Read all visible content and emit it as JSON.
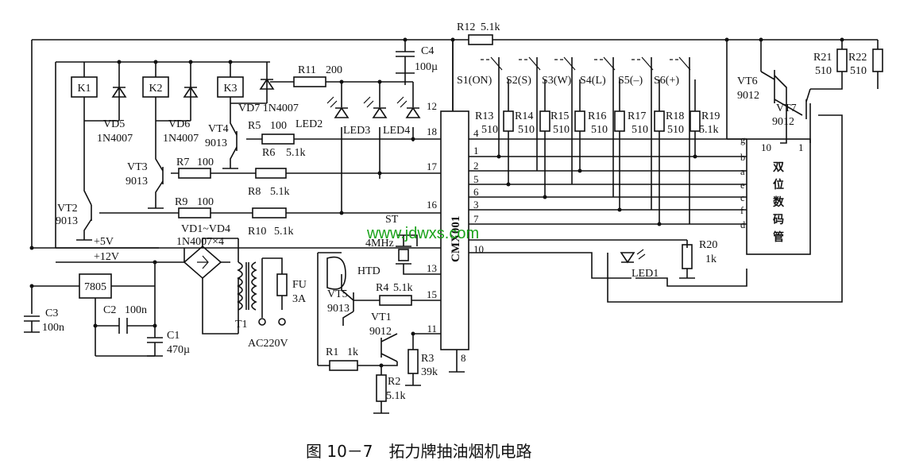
{
  "caption": "图 10－7　拓力牌抽油烟机电路",
  "watermark": "www.jdwxs.com",
  "ic": {
    "name": "CMX001",
    "pins": [
      "12",
      "18",
      "4",
      "17",
      "1",
      "2",
      "16",
      "5",
      "6",
      "3",
      "7",
      "10",
      "13",
      "15",
      "11",
      "8"
    ]
  },
  "display": {
    "label_chars": [
      "双",
      "位",
      "数",
      "码",
      "管"
    ],
    "pin_left": "10",
    "pin_right": "1",
    "segments": [
      "g",
      "b",
      "a",
      "e",
      "c",
      "f",
      "d"
    ]
  },
  "switches": [
    "S1(ON)",
    "S2(S)",
    "S3(W)",
    "S4(L)",
    "S5(–)",
    "S6(+)"
  ],
  "resistors": {
    "R12": [
      "R12",
      "5.1k"
    ],
    "R11": [
      "R11",
      "200"
    ],
    "R13": [
      "R13",
      "510"
    ],
    "R14": [
      "R14",
      "510"
    ],
    "R15": [
      "R15",
      "510"
    ],
    "R16": [
      "R16",
      "510"
    ],
    "R17": [
      "R17",
      "510"
    ],
    "R18": [
      "R18",
      "510"
    ],
    "R19": [
      "R19",
      "5.1k"
    ],
    "R21": [
      "R21",
      "510"
    ],
    "R22": [
      "R22",
      "510"
    ],
    "R5": [
      "R5",
      "100"
    ],
    "R6": [
      "R6",
      "5.1k"
    ],
    "R7": [
      "R7",
      "100"
    ],
    "R8": [
      "R8",
      "5.1k"
    ],
    "R9": [
      "R9",
      "100"
    ],
    "R10": [
      "R10",
      "5.1k"
    ],
    "R20": [
      "R20",
      "1k"
    ],
    "R4": [
      "R4",
      "5.1k"
    ],
    "R1": [
      "R1",
      "1k"
    ],
    "R2": [
      "R2",
      "5.1k"
    ],
    "R3": [
      "R3",
      "39k"
    ]
  },
  "capacitors": {
    "C4": [
      "C4",
      "100µ"
    ],
    "C3": [
      "C3",
      "100n"
    ],
    "C2": [
      "C2",
      "100n"
    ],
    "C1": [
      "C1",
      "470µ"
    ]
  },
  "transistors": {
    "VT2": [
      "VT2",
      "9013"
    ],
    "VT3": [
      "VT3",
      "9013"
    ],
    "VT4": [
      "VT4",
      "9013"
    ],
    "VT5": [
      "VT5",
      "9013"
    ],
    "VT1": [
      "VT1",
      "9012"
    ],
    "VT6": [
      "VT6",
      "9012"
    ],
    "VT7": [
      "VT7",
      "9012"
    ]
  },
  "relays": [
    "K1",
    "K2",
    "K3"
  ],
  "diodes": {
    "VD5": [
      "VD5",
      "1N4007"
    ],
    "VD6": [
      "VD6",
      "1N4007"
    ],
    "VD7": "VD7 1N4007",
    "bridge": [
      "VD1~VD4",
      "1N4007×4"
    ]
  },
  "leds": [
    "LED2",
    "LED3",
    "LED4",
    "LED1"
  ],
  "misc": {
    "reg": "7805",
    "v5": "+5V",
    "v12": "+12V",
    "st": "ST",
    "xtal": "4MHz",
    "htd": "HTD",
    "fu": "FU",
    "fu_val": "3A",
    "t1": "T1",
    "ac": "AC220V"
  }
}
